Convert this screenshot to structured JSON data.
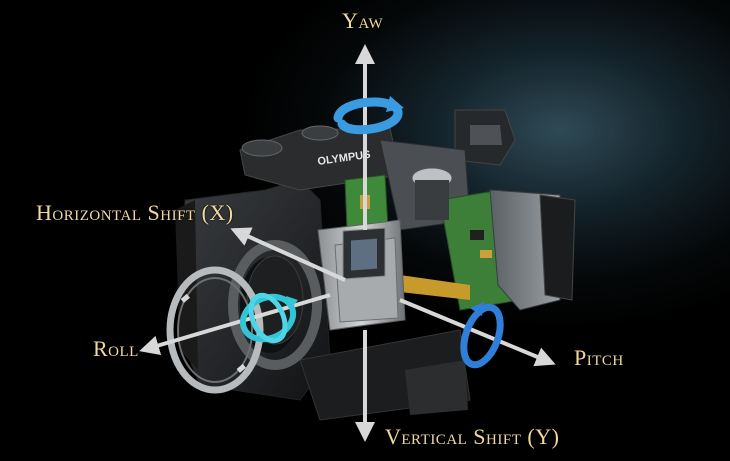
{
  "labels": {
    "yaw": "Yaw",
    "horizontal_shift": "Horizontal Shift (X)",
    "roll": "Roll",
    "pitch": "Pitch",
    "vertical_shift": "Vertical Shift (Y)"
  },
  "brand": "OLYMPUS",
  "colors": {
    "label": "#f0d9a0",
    "axis": "#d8d8d8",
    "yaw_rotation": "#3a9be0",
    "roll_rotation": "#33c4d6",
    "pitch_rotation": "#2f7fd8",
    "circuit_board": "#3f8a3a"
  }
}
